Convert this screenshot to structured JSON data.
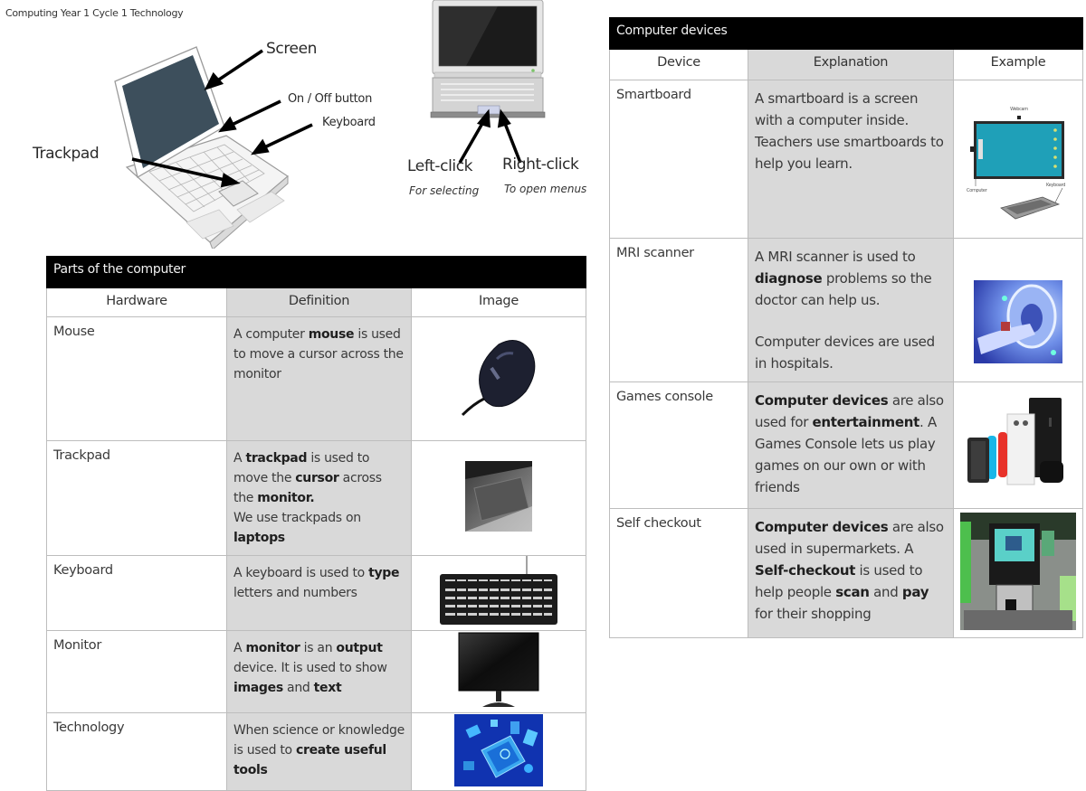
{
  "document": {
    "title": "Computing Year 1 Cycle 1 Technology"
  },
  "diagram_laptop": {
    "labels": {
      "screen": "Screen",
      "power": "On / Off button",
      "keyboard": "Keyboard",
      "trackpad": "Trackpad"
    }
  },
  "diagram_clicks": {
    "left_label": "Left-click",
    "left_caption": "For selecting",
    "right_label": "Right-click",
    "right_caption": "To open menus"
  },
  "parts_table": {
    "title": "Parts of the computer",
    "headers": [
      "Hardware",
      "Definition",
      "Image"
    ],
    "rows": [
      {
        "hardware": "Mouse",
        "definition": [
          [
            {
              "t": "A computer "
            },
            {
              "t": "mouse",
              "b": true
            },
            {
              "t": " is used to move a cursor across the monitor"
            }
          ]
        ],
        "image": "mouse-image"
      },
      {
        "hardware": "Trackpad",
        "definition": [
          [
            {
              "t": "A "
            },
            {
              "t": "trackpad",
              "b": true
            },
            {
              "t": " is used to move the "
            },
            {
              "t": "cursor",
              "b": true
            },
            {
              "t": " across the "
            },
            {
              "t": "monitor.",
              "b": true
            },
            {
              "br": true
            },
            {
              "t": "We use trackpads on "
            },
            {
              "t": "laptops",
              "b": true
            }
          ]
        ],
        "image": "trackpad-image"
      },
      {
        "hardware": "Keyboard",
        "definition": [
          [
            {
              "t": "A keyboard is used to "
            },
            {
              "t": "type",
              "b": true
            },
            {
              "t": " letters and numbers"
            }
          ]
        ],
        "image": "keyboard-image"
      },
      {
        "hardware": "Monitor",
        "definition": [
          [
            {
              "t": "A "
            },
            {
              "t": "monitor",
              "b": true
            },
            {
              "t": " is an "
            },
            {
              "t": "output",
              "b": true
            },
            {
              "t": " device. It is used to show "
            },
            {
              "t": "images",
              "b": true
            },
            {
              "t": " and "
            },
            {
              "t": "text",
              "b": true
            }
          ]
        ],
        "image": "monitor-image"
      },
      {
        "hardware": "Technology",
        "definition": [
          [
            {
              "t": "When science or knowledge is used to "
            },
            {
              "t": "create useful tools",
              "b": true
            }
          ]
        ],
        "image": "technology-image"
      }
    ]
  },
  "devices_table": {
    "title": "Computer devices",
    "headers": [
      "Device",
      "Explanation",
      "Example"
    ],
    "rows": [
      {
        "device": "Smartboard",
        "explanation": [
          [
            {
              "t": "A smartboard is a screen with a computer inside. Teachers use smartboards to help you learn."
            }
          ]
        ],
        "image": "smartboard-image",
        "image_labels": [
          "Webcam",
          "Computer",
          "Keyboard"
        ]
      },
      {
        "device": "MRI scanner",
        "explanation": [
          [
            {
              "t": "A MRI scanner is used to "
            },
            {
              "t": "diagnose",
              "b": true
            },
            {
              "t": " problems so the doctor can help us."
            }
          ],
          [
            {
              "t": "Computer devices are used in hospitals."
            }
          ]
        ],
        "image": "mri-scanner-image"
      },
      {
        "device": "Games console",
        "explanation": [
          [
            {
              "t": "Computer devices",
              "b": true
            },
            {
              "t": " are also used for "
            },
            {
              "t": "entertainment",
              "b": true
            },
            {
              "t": ". A Games Console lets us play games on our own or with friends"
            }
          ]
        ],
        "image": "games-console-image"
      },
      {
        "device": "Self checkout",
        "explanation": [
          [
            {
              "t": "Computer devices",
              "b": true
            },
            {
              "t": " are also used in supermarkets. A "
            },
            {
              "t": "Self-checkout",
              "b": true
            },
            {
              "t": " is used to help people "
            },
            {
              "t": "scan",
              "b": true
            },
            {
              "t": " and "
            },
            {
              "t": "pay",
              "b": true
            },
            {
              "t": " for their shopping"
            }
          ]
        ],
        "image": "self-checkout-image"
      }
    ]
  },
  "colors": {
    "table_title_bg": "#000000",
    "shaded_column_bg": "#d9d9d9",
    "border": "#bdbdbd",
    "laptop_screen": "#3d4f5c"
  }
}
